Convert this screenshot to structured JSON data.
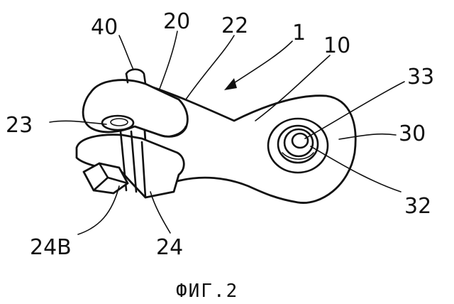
{
  "figure": {
    "caption": "ФИГ.2",
    "labels": {
      "l40": "40",
      "l20": "20",
      "l22": "22",
      "l1": "1",
      "l10": "10",
      "l33": "33",
      "l23": "23",
      "l30": "30",
      "l32": "32",
      "l24b": "24B",
      "l24": "24"
    }
  }
}
